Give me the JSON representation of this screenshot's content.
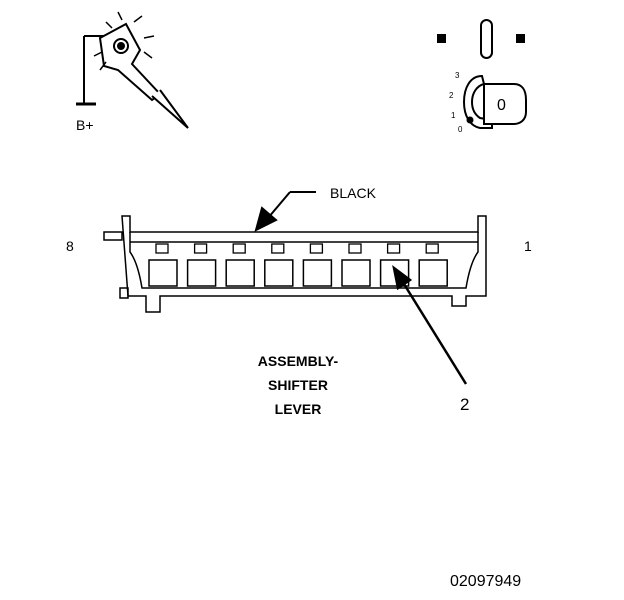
{
  "probe": {
    "supply_label": "B+"
  },
  "ignition": {
    "positions": [
      "3",
      "2",
      "1",
      "0"
    ],
    "key_label": "0"
  },
  "connector": {
    "color_callout": "BLACK",
    "pin_left": "8",
    "pin_right": "1",
    "cavity_count": 8,
    "title_lines": [
      "ASSEMBLY-",
      "SHIFTER",
      "LEVER"
    ],
    "callout_number": "2"
  },
  "figure_id": "02097949"
}
